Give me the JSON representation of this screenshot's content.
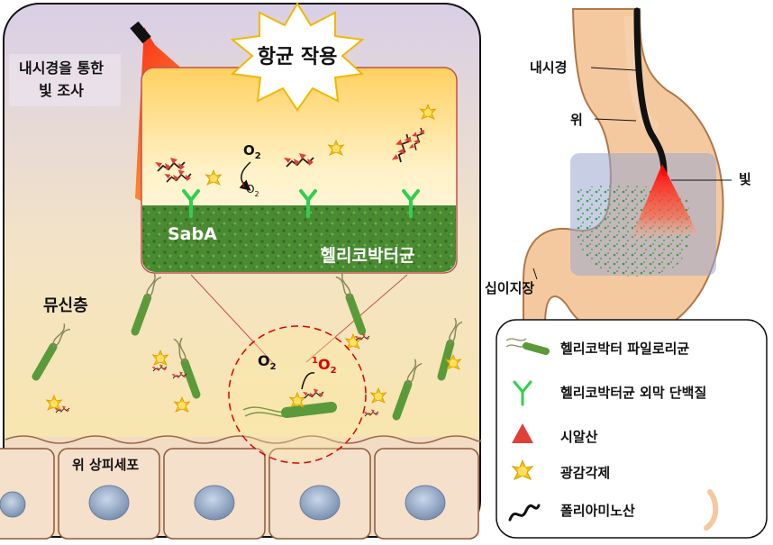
{
  "left_panel": {
    "endoscope_label_line1": "내시경을 통한",
    "endoscope_label_line2": "빛 조사",
    "burst_label": "항균 작용",
    "sabA_label": "SabA",
    "bacteria_surface_label": "헬리코박터균",
    "o2": "O",
    "o2_sub": "2",
    "singlet_o2_sup": "1",
    "singlet_o2": "O",
    "singlet_o2_sub": "2",
    "mucus_label": "뮤신층",
    "epithelium_label": "위 상피세포"
  },
  "stomach": {
    "endoscope_label": "내시경",
    "stomach_label": "위",
    "light_label": "빛",
    "duodenum_label": "십이지장"
  },
  "legend": {
    "items": [
      {
        "icon": "h-pylori-icon",
        "label": "헬리코박터 파일로리균"
      },
      {
        "icon": "antibody-y-icon",
        "label": "헬리코박터균 외막 단백질"
      },
      {
        "icon": "triangle-icon",
        "label": "시알산"
      },
      {
        "icon": "star-burst-icon",
        "label": "광감각제"
      },
      {
        "icon": "polymer-icon",
        "label": "폴리아미노산"
      }
    ]
  },
  "colors": {
    "bacteria_green": "#5a9a3a",
    "sialic_acid": "#e0403a",
    "photosensitizer": "#f5c518",
    "light_red": "#ff2a00"
  }
}
